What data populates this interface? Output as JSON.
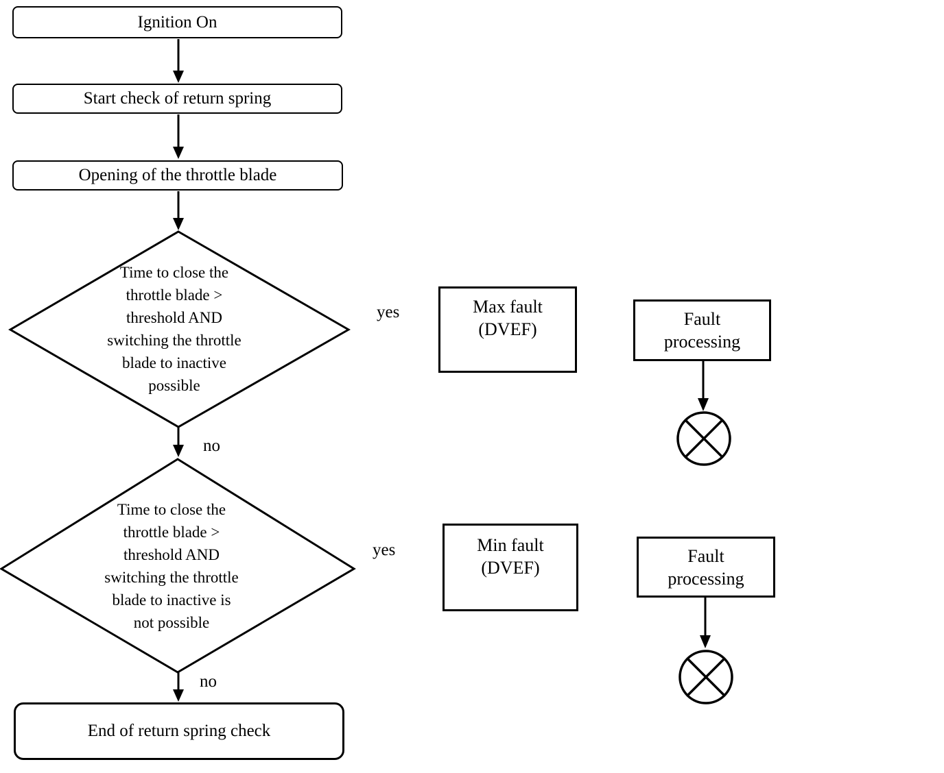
{
  "flowchart": {
    "process_boxes": {
      "ignition": "Ignition On",
      "start_check": "Start check of return spring",
      "opening": "Opening of the throttle blade",
      "end": "End of return spring check"
    },
    "decisions": {
      "decision1": {
        "lines": [
          "Time to close the",
          "throttle blade >",
          "threshold AND",
          "switching the throttle",
          "blade to inactive",
          "possible"
        ]
      },
      "decision2": {
        "lines": [
          "Time to close the",
          "throttle blade >",
          "threshold AND",
          "switching the throttle",
          "blade to inactive is",
          "not possible"
        ]
      }
    },
    "fault_boxes": {
      "max_fault": {
        "lines": [
          "Max fault",
          "(DVEF)"
        ]
      },
      "min_fault": {
        "lines": [
          "Min fault",
          "(DVEF)"
        ]
      },
      "fault_processing_top": {
        "lines": [
          "Fault",
          "processing"
        ]
      },
      "fault_processing_bottom": {
        "lines": [
          "Fault",
          "processing"
        ]
      }
    },
    "edge_labels": {
      "yes_top": "yes",
      "no_top": "no",
      "yes_bottom": "yes",
      "no_bottom": "no"
    },
    "colors": {
      "stroke": "#000000",
      "background": "#ffffff"
    }
  }
}
